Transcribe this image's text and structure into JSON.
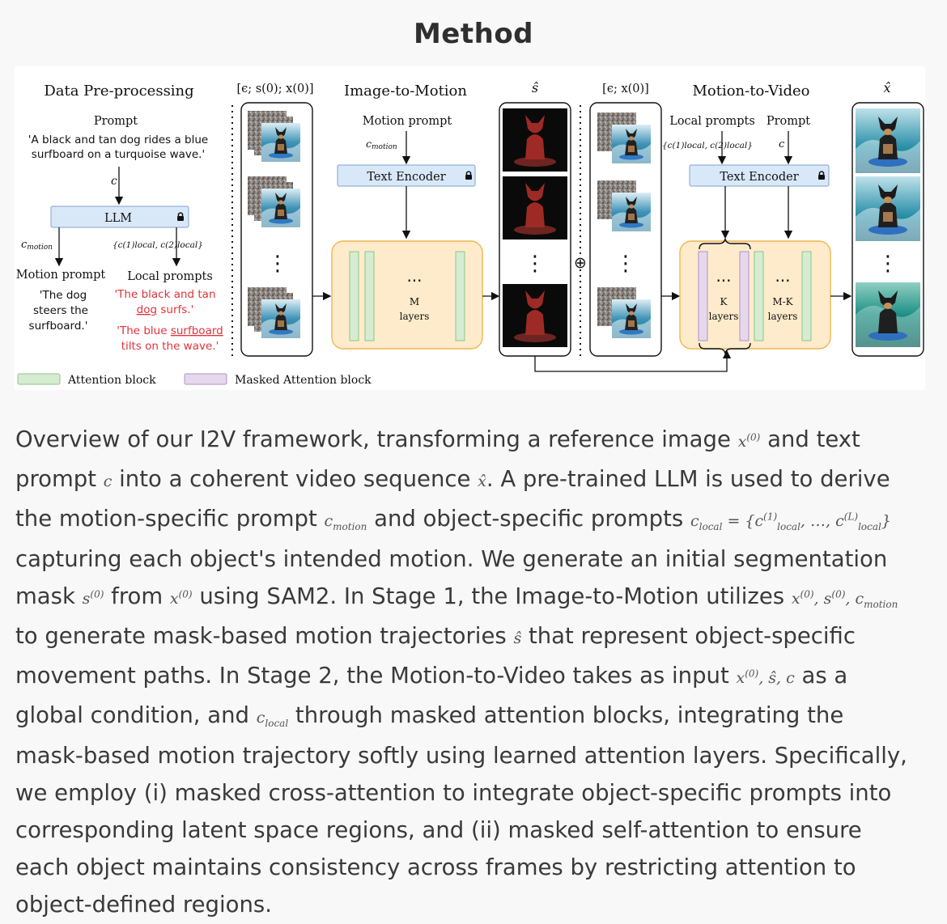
{
  "page_title": "Method",
  "colors": {
    "attention_block": "#d6ecd2",
    "masked_attention_block": "#e6d8ec",
    "encoder_box": "#d9e8f9",
    "layers_box": "#fdebcc",
    "mask_red": "#9e2a26",
    "local_prompt_red": "#e0333a"
  },
  "figure": {
    "preprocessing": {
      "title": "Data Pre-processing",
      "prompt_label": "Prompt",
      "prompt_line1": "'A black and tan dog rides a blue",
      "prompt_line2": "surfboard on a turquoise wave.'",
      "c_label": "c",
      "llm_label": "LLM",
      "c_motion_label": "c",
      "c_motion_sub": "motion",
      "c_local_set": "{c(1)local, c(2)local}",
      "motion_prompt_title": "Motion prompt",
      "motion_prompt_line1": "'The dog",
      "motion_prompt_line2": "steers the",
      "motion_prompt_line3": "surfboard.'",
      "local_prompts_title": "Local prompts",
      "local1_line1": "'The black and tan",
      "local1_line2_u": "dog",
      "local1_line2_rest": " surfs.'",
      "local2_line1_a": "'The blue ",
      "local2_line1_u": "surfboard",
      "local2_line2": "tilts on the wave.'"
    },
    "input_stack_label": "[ϵ; s(0); x(0)]",
    "image_to_motion": {
      "title": "Image-to-Motion",
      "motion_prompt": "Motion prompt",
      "c_motion": "c",
      "c_motion_sub": "motion",
      "encoder": "Text Encoder",
      "dots": "···",
      "layers_line1": "M",
      "layers_line2": "layers"
    },
    "s_hat_label": "ŝ",
    "oplus": "⊕",
    "second_stack_label": "[ϵ; x(0)]",
    "motion_to_video": {
      "title": "Motion-to-Video",
      "local_prompts": "Local prompts",
      "prompt": "Prompt",
      "c_local_set": "{c(1)local, c(2)local}",
      "c_label": "c",
      "encoder": "Text Encoder",
      "dots": "···",
      "k_line1": "K",
      "k_line2": "layers",
      "mk_line1": "M-K",
      "mk_line2": "layers"
    },
    "x_hat_label": "x̂",
    "vdots": "⋮",
    "legend": {
      "attention": "Attention block",
      "masked": "Masked Attention block"
    }
  },
  "caption": {
    "s1": "Overview of our I2V framework, transforming a reference image ",
    "m_x0": "x(0)",
    "s2": " and text prompt ",
    "m_c": "c",
    "s3": " into a coherent video sequence ",
    "m_xhat": "x̂",
    "s4": ". A pre-trained LLM is used to derive the motion-specific prompt ",
    "m_cmotion": "cmotion",
    "s5": " and object-specific prompts ",
    "m_clocal_def": "clocal = {c(1)local, …, c(L)local}",
    "s6": " capturing each object's intended motion. We generate an initial segmentation mask ",
    "m_s0": "s(0)",
    "s7": " from ",
    "m_x0b": "x(0)",
    "s8": " using SAM2. In Stage 1, the Image-to-Motion utilizes ",
    "m_inputs1": "x(0), s(0), cmotion",
    "s9": " to generate mask-based motion trajectories ",
    "m_shat": "ŝ",
    "s10": " that represent object-specific movement paths. In Stage 2, the Motion-to-Video takes as input ",
    "m_inputs2": "x(0), ŝ, c",
    "s11": " as a global condition, and ",
    "m_clocal": "clocal",
    "s12": " through masked attention blocks, integrating the mask-based motion trajectory softly using learned attention layers. Specifically, we employ (i) masked cross-attention to integrate object-specific prompts into corresponding latent space regions, and (ii) masked self-attention to ensure each object maintains consistency across frames by restricting attention to object-defined regions."
  }
}
